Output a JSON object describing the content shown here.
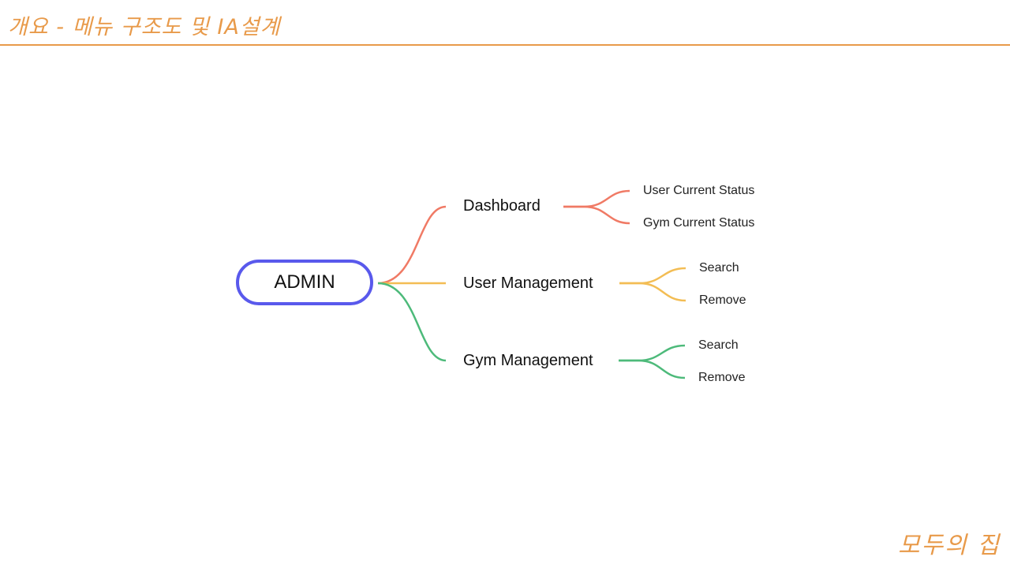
{
  "header": {
    "title": "개요 - 메뉴 구조도 및 IA설계"
  },
  "footer": {
    "brand": "모두의 집"
  },
  "mindmap": {
    "root": {
      "label": "ADMIN",
      "color": "#5959ec"
    },
    "branches": [
      {
        "label": "Dashboard",
        "color": "#f07a65",
        "children": [
          {
            "label": "User Current Status"
          },
          {
            "label": "Gym Current Status"
          }
        ]
      },
      {
        "label": "User Management",
        "color": "#f3bd54",
        "children": [
          {
            "label": "Search"
          },
          {
            "label": "Remove"
          }
        ]
      },
      {
        "label": "Gym Management",
        "color": "#4dba7a",
        "children": [
          {
            "label": "Search"
          },
          {
            "label": "Remove"
          }
        ]
      }
    ]
  },
  "colors": {
    "accent": "#e89a4a",
    "root_border": "#5959ec"
  }
}
